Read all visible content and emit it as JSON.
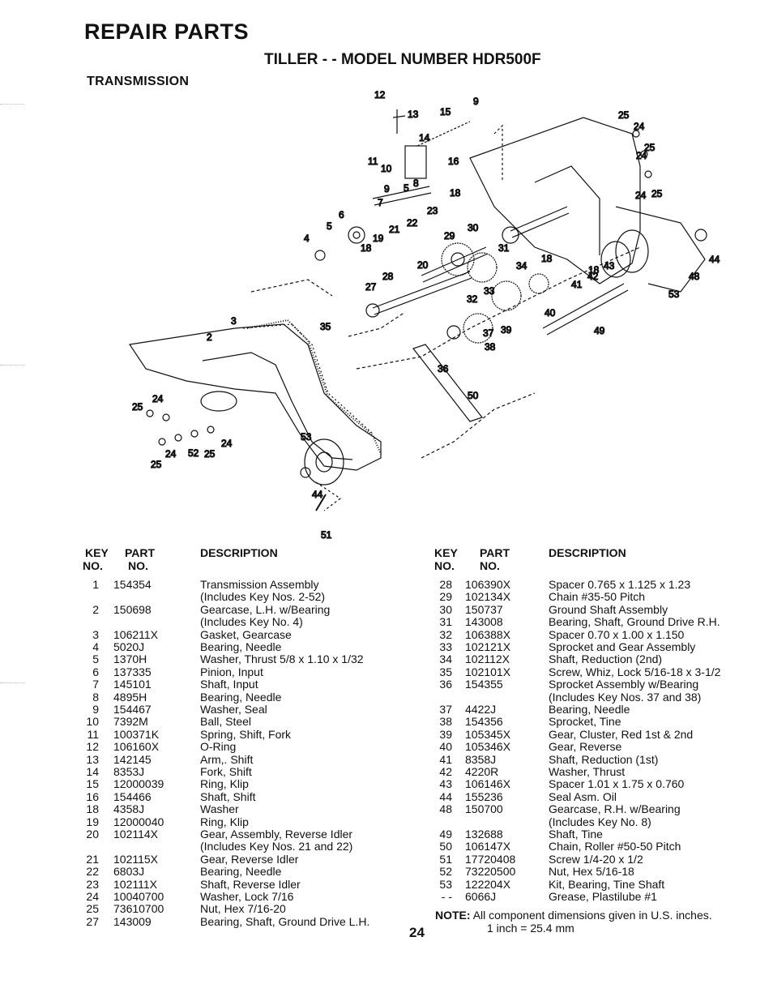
{
  "header": {
    "title": "REPAIR PARTS",
    "subtitle": "TILLER - - MODEL NUMBER HDR500F",
    "section": "TRANSMISSION"
  },
  "columns": {
    "key": "KEY",
    "key2": "NO.",
    "part": "PART",
    "part2": "NO.",
    "desc": "DESCRIPTION"
  },
  "callouts": [
    "12",
    "13",
    "15",
    "9",
    "14",
    "11",
    "10",
    "16",
    "9",
    "5",
    "8",
    "7",
    "18",
    "23",
    "22",
    "6",
    "5",
    "4",
    "19",
    "18",
    "21",
    "20",
    "29",
    "30",
    "31",
    "34",
    "18",
    "28",
    "27",
    "32",
    "33",
    "40",
    "41",
    "42",
    "43",
    "18",
    "39",
    "37",
    "38",
    "36",
    "35",
    "3",
    "2",
    "24",
    "25",
    "49",
    "48",
    "53",
    "44",
    "24",
    "25",
    "50",
    "53",
    "24",
    "25",
    "52",
    "25",
    "24",
    "44",
    "51",
    "24",
    "25",
    "24",
    "25"
  ],
  "left_parts": [
    {
      "key": "1",
      "part": "154354",
      "desc": [
        "Transmission Assembly",
        "(Includes Key Nos. 2-52)"
      ]
    },
    {
      "key": "2",
      "part": "150698",
      "desc": [
        "Gearcase, L.H. w/Bearing",
        "(Includes Key No. 4)"
      ]
    },
    {
      "key": "3",
      "part": "106211X",
      "desc": [
        "Gasket, Gearcase"
      ]
    },
    {
      "key": "4",
      "part": "5020J",
      "desc": [
        "Bearing, Needle"
      ]
    },
    {
      "key": "5",
      "part": "1370H",
      "desc": [
        "Washer, Thrust 5/8 x 1.10 x 1/32"
      ]
    },
    {
      "key": "6",
      "part": "137335",
      "desc": [
        "Pinion, Input"
      ]
    },
    {
      "key": "7",
      "part": "145101",
      "desc": [
        "Shaft, Input"
      ]
    },
    {
      "key": "8",
      "part": "4895H",
      "desc": [
        "Bearing, Needle"
      ]
    },
    {
      "key": "9",
      "part": "154467",
      "desc": [
        "Washer, Seal"
      ]
    },
    {
      "key": "10",
      "part": "7392M",
      "desc": [
        "Ball, Steel"
      ]
    },
    {
      "key": "11",
      "part": "100371K",
      "desc": [
        "Spring, Shift, Fork"
      ]
    },
    {
      "key": "12",
      "part": "106160X",
      "desc": [
        "O-Ring"
      ]
    },
    {
      "key": "13",
      "part": "142145",
      "desc": [
        "Arm,. Shift"
      ]
    },
    {
      "key": "14",
      "part": "8353J",
      "desc": [
        "Fork, Shift"
      ]
    },
    {
      "key": "15",
      "part": "12000039",
      "desc": [
        "Ring, Klip"
      ]
    },
    {
      "key": "16",
      "part": "154466",
      "desc": [
        "Shaft, Shift"
      ]
    },
    {
      "key": "18",
      "part": "4358J",
      "desc": [
        "Washer"
      ]
    },
    {
      "key": "19",
      "part": "12000040",
      "desc": [
        "Ring, Klip"
      ]
    },
    {
      "key": "20",
      "part": "102114X",
      "desc": [
        "Gear, Assembly, Reverse Idler",
        "(Includes Key Nos. 21 and 22)"
      ]
    },
    {
      "key": "21",
      "part": "102115X",
      "desc": [
        "Gear, Reverse Idler"
      ]
    },
    {
      "key": "22",
      "part": "6803J",
      "desc": [
        "Bearing, Needle"
      ]
    },
    {
      "key": "23",
      "part": "102111X",
      "desc": [
        "Shaft, Reverse Idler"
      ]
    },
    {
      "key": "24",
      "part": "10040700",
      "desc": [
        "Washer, Lock 7/16"
      ]
    },
    {
      "key": "25",
      "part": "73610700",
      "desc": [
        "Nut, Hex 7/16-20"
      ]
    },
    {
      "key": "27",
      "part": "143009",
      "desc": [
        "Bearing, Shaft, Ground Drive L.H."
      ]
    }
  ],
  "right_parts": [
    {
      "key": "28",
      "part": "106390X",
      "desc": [
        "Spacer  0.765 x 1.125 x 1.23"
      ]
    },
    {
      "key": "29",
      "part": "102134X",
      "desc": [
        "Chain  #35-50 Pitch"
      ]
    },
    {
      "key": "30",
      "part": "150737",
      "desc": [
        "Ground Shaft Assembly"
      ]
    },
    {
      "key": "31",
      "part": "143008",
      "desc": [
        "Bearing, Shaft, Ground Drive R.H."
      ]
    },
    {
      "key": "32",
      "part": "106388X",
      "desc": [
        "Spacer  0.70 x 1.00 x 1.150"
      ]
    },
    {
      "key": "33",
      "part": "102121X",
      "desc": [
        "Sprocket and Gear Assembly"
      ]
    },
    {
      "key": "34",
      "part": "102112X",
      "desc": [
        "Shaft, Reduction (2nd)"
      ]
    },
    {
      "key": "35",
      "part": "102101X",
      "desc": [
        "Screw, Whiz, Lock  5/16-18 x 3-1/2"
      ]
    },
    {
      "key": "36",
      "part": "154355",
      "desc": [
        "Sprocket Assembly w/Bearing",
        "(Includes Key Nos. 37 and 38)"
      ]
    },
    {
      "key": "37",
      "part": "4422J",
      "desc": [
        "Bearing, Needle"
      ]
    },
    {
      "key": "38",
      "part": "154356",
      "desc": [
        "Sprocket, Tine"
      ]
    },
    {
      "key": "39",
      "part": "105345X",
      "desc": [
        "Gear, Cluster, Red 1st & 2nd"
      ]
    },
    {
      "key": "40",
      "part": "105346X",
      "desc": [
        "Gear, Reverse"
      ]
    },
    {
      "key": "41",
      "part": "8358J",
      "desc": [
        "Shaft, Reduction (1st)"
      ]
    },
    {
      "key": "42",
      "part": "4220R",
      "desc": [
        "Washer, Thrust"
      ]
    },
    {
      "key": "43",
      "part": "106146X",
      "desc": [
        "Spacer  1.01 x 1.75 x 0.760"
      ]
    },
    {
      "key": "44",
      "part": "155236",
      "desc": [
        "Seal Asm. Oil"
      ]
    },
    {
      "key": "48",
      "part": "150700",
      "desc": [
        "Gearcase, R.H. w/Bearing",
        "(Includes Key No. 8)"
      ]
    },
    {
      "key": "49",
      "part": "132688",
      "desc": [
        "Shaft, Tine"
      ]
    },
    {
      "key": "50",
      "part": "106147X",
      "desc": [
        "Chain, Roller  #50-50 Pitch"
      ]
    },
    {
      "key": "51",
      "part": "17720408",
      "desc": [
        "Screw  1/4-20 x 1/2"
      ]
    },
    {
      "key": "52",
      "part": "73220500",
      "desc": [
        "Nut, Hex 5/16-18"
      ]
    },
    {
      "key": "53",
      "part": "122204X",
      "desc": [
        "Kit, Bearing, Tine Shaft"
      ]
    },
    {
      "key": "- -",
      "part": "6066J",
      "desc": [
        "Grease, Plastilube #1"
      ]
    }
  ],
  "note": {
    "label": "NOTE:",
    "line1": "All component dimensions given in U.S. inches.",
    "line2": "1 inch = 25.4 mm"
  },
  "page_number": "24"
}
